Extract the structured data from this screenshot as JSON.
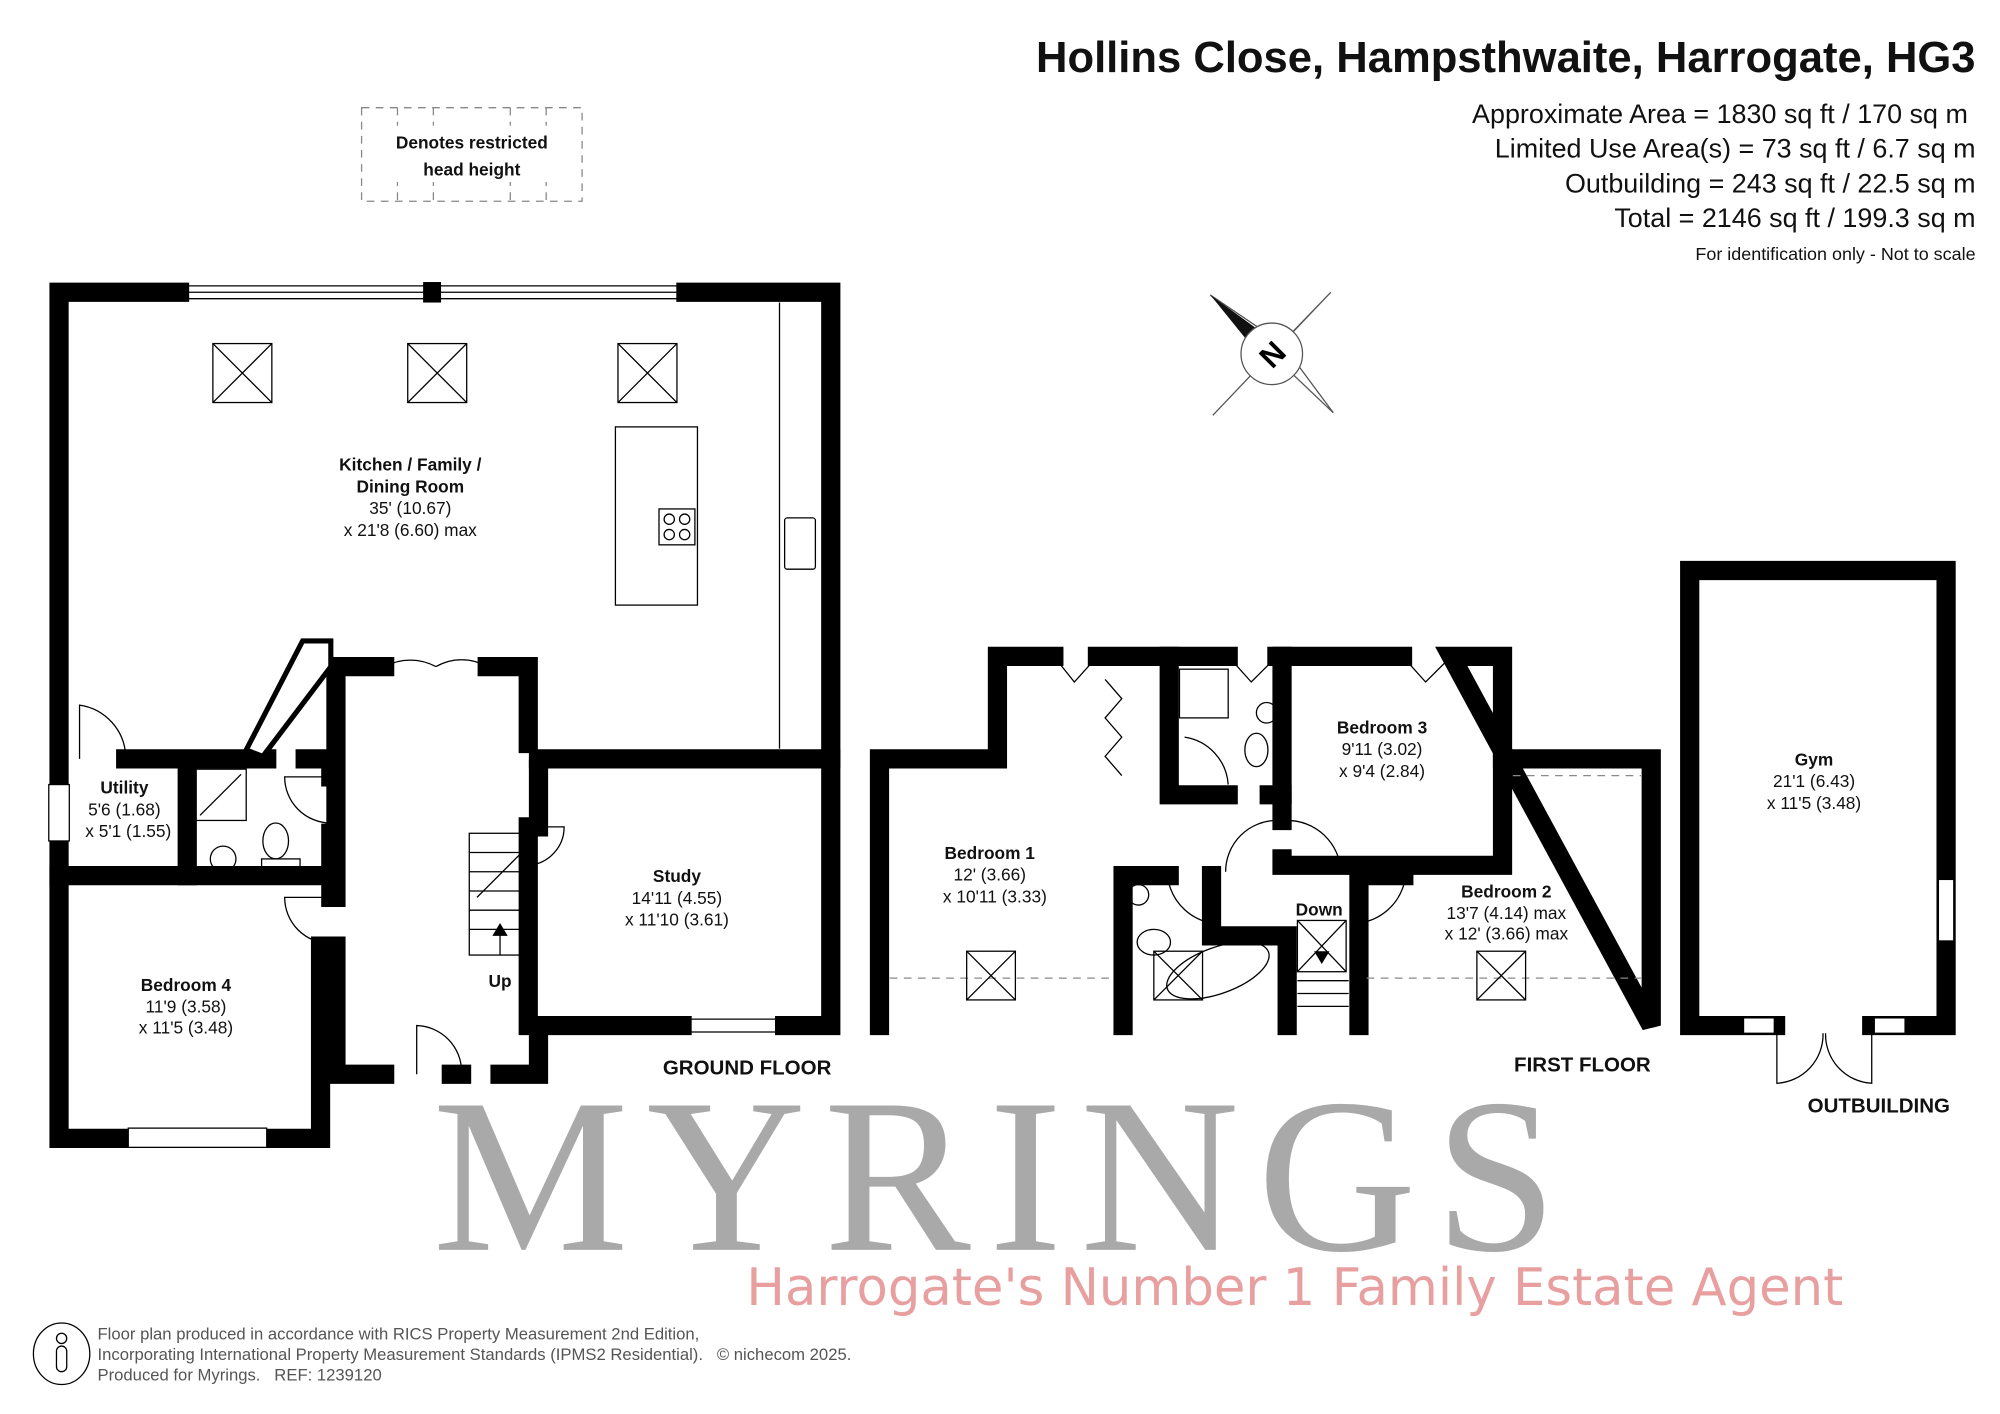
{
  "header": {
    "title": "Hollins Close, Hampsthwaite, Harrogate, HG3",
    "areas": [
      "Approximate Area = 1830 sq ft / 170 sq m",
      "Limited Use Area(s) = 73 sq ft / 6.7 sq m",
      "Outbuilding = 243 sq ft / 22.5 sq m",
      "Total = 2146 sq ft / 199.3 sq m"
    ],
    "disclaimer": "For identification only - Not to scale"
  },
  "legend": {
    "line1": "Denotes restricted",
    "line2": "head height"
  },
  "compass": {
    "letter": "N"
  },
  "watermark": {
    "brand": "MYRINGS",
    "tagline": "Harrogate's Number 1 Family Estate Agent"
  },
  "floors": {
    "ground": {
      "label": "GROUND FLOOR",
      "rooms": {
        "kitchen": {
          "name1": "Kitchen / Family /",
          "name2": "Dining Room",
          "dim1": "35' (10.67)",
          "dim2": "x 21'8 (6.60) max"
        },
        "utility": {
          "name": "Utility",
          "dim1": "5'6 (1.68)",
          "dim2": "x 5'1 (1.55)"
        },
        "bedroom4": {
          "name": "Bedroom 4",
          "dim1": "11'9 (3.58)",
          "dim2": "x 11'5 (3.48)"
        },
        "study": {
          "name": "Study",
          "dim1": "14'11 (4.55)",
          "dim2": "x 11'10 (3.61)"
        }
      },
      "stairs": "Up"
    },
    "first": {
      "label": "FIRST FLOOR",
      "rooms": {
        "bedroom1": {
          "name": "Bedroom 1",
          "dim1": "12' (3.66)",
          "dim2": "x 10'11 (3.33)"
        },
        "bedroom2": {
          "name": "Bedroom 2",
          "dim1": "13'7 (4.14) max",
          "dim2": "x 12' (3.66) max"
        },
        "bedroom3": {
          "name": "Bedroom 3",
          "dim1": "9'11 (3.02)",
          "dim2": "x 9'4 (2.84)"
        }
      },
      "stairs": "Down"
    },
    "outbuilding": {
      "label": "OUTBUILDING",
      "rooms": {
        "gym": {
          "name": "Gym",
          "dim1": "21'1 (6.43)",
          "dim2": "x 11'5 (3.48)"
        }
      }
    }
  },
  "footer": {
    "line1": "Floor plan produced in accordance with RICS Property Measurement 2nd Edition,",
    "line2": "Incorporating International Property Measurement Standards (IPMS2 Residential).   © nichecom 2025.",
    "line3": "Produced for Myrings.   REF: 1239120"
  },
  "colors": {
    "walls": "#000000",
    "watermark": "#9a9a9a",
    "tagline": "#e07f80"
  }
}
